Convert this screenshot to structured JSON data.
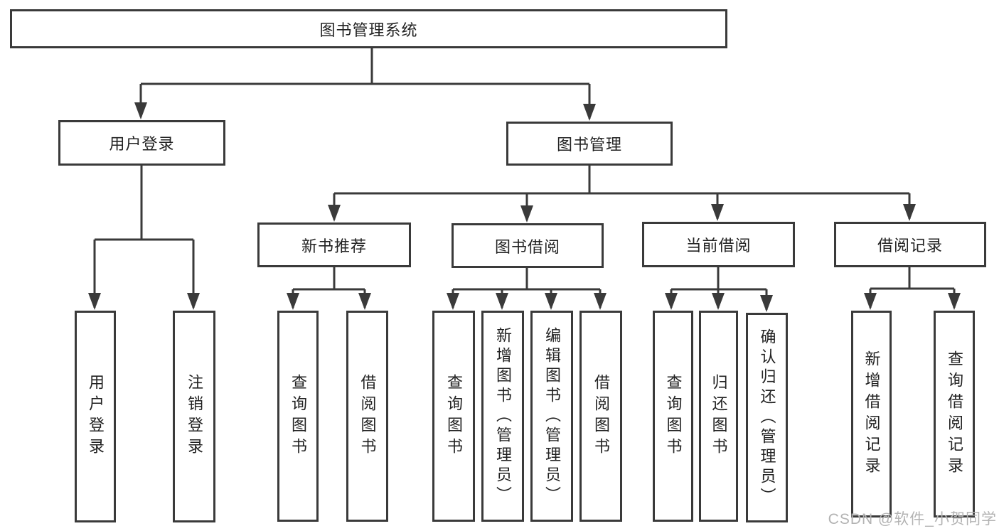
{
  "diagram": {
    "root": {
      "label": "图书管理系统"
    },
    "level1": {
      "user_login": {
        "label": "用户登录"
      },
      "book_mgmt": {
        "label": "图书管理"
      }
    },
    "level2": {
      "new_book_rec": {
        "label": "新书推荐"
      },
      "book_borrow": {
        "label": "图书借阅"
      },
      "current_borrow": {
        "label": "当前借阅"
      },
      "borrow_record": {
        "label": "借阅记录"
      }
    },
    "leaves": {
      "user_login": {
        "label": "用户登录"
      },
      "logout": {
        "label": "注销登录"
      },
      "nb_query": {
        "label": "查询图书"
      },
      "nb_borrow": {
        "label": "借阅图书"
      },
      "bb_query": {
        "label": "查询图书"
      },
      "bb_add": {
        "label": "新增图书（管理员）"
      },
      "bb_edit": {
        "label": "编辑图书（管理员）"
      },
      "bb_borrow": {
        "label": "借阅图书"
      },
      "cb_query": {
        "label": "查询图书"
      },
      "cb_return": {
        "label": "归还图书"
      },
      "cb_confirm": {
        "label": "确认归还（管理员）"
      },
      "br_add": {
        "label": "新增借阅记录"
      },
      "br_query": {
        "label": "查询借阅记录"
      }
    },
    "colors": {
      "line": "#3a3a3a",
      "text": "#222222",
      "box_bg": "#ffffff",
      "watermark": "#b3b3b3"
    }
  },
  "watermark": {
    "text": "CSDN @软件_小贺同学"
  }
}
